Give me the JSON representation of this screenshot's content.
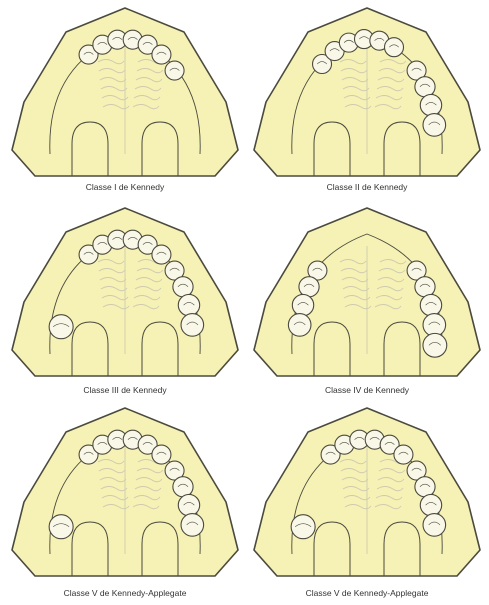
{
  "colors": {
    "fill": "#f6f1b4",
    "outline": "#4a4a3e",
    "tooth_fill": "#f9f7e8",
    "palate_line": "#cfcab0",
    "background": "#ffffff"
  },
  "panels": [
    {
      "caption": "Classe I de Kennedy",
      "anterior": "all",
      "left_posterior": 0,
      "right_posterior": 1,
      "left_isolated": false
    },
    {
      "caption": "Classe II de Kennedy",
      "anterior": "left-shift",
      "left_posterior": 0,
      "right_posterior": 4,
      "left_isolated": false
    },
    {
      "caption": "Classe III de Kennedy",
      "anterior": "all",
      "left_posterior": 0,
      "right_posterior": 4,
      "left_isolated": true
    },
    {
      "caption": "Classe IV de Kennedy",
      "anterior": "none",
      "left_posterior": 4,
      "right_posterior": 5,
      "left_isolated": false
    },
    {
      "caption": "Classe V de Kennedy-Applegate",
      "anterior": "all",
      "left_posterior": 0,
      "right_posterior": 4,
      "left_isolated": true
    },
    {
      "caption": "Classe V de Kennedy-Applegate",
      "anterior": "all",
      "left_posterior": 0,
      "right_posterior": 4,
      "left_isolated": true
    }
  ]
}
